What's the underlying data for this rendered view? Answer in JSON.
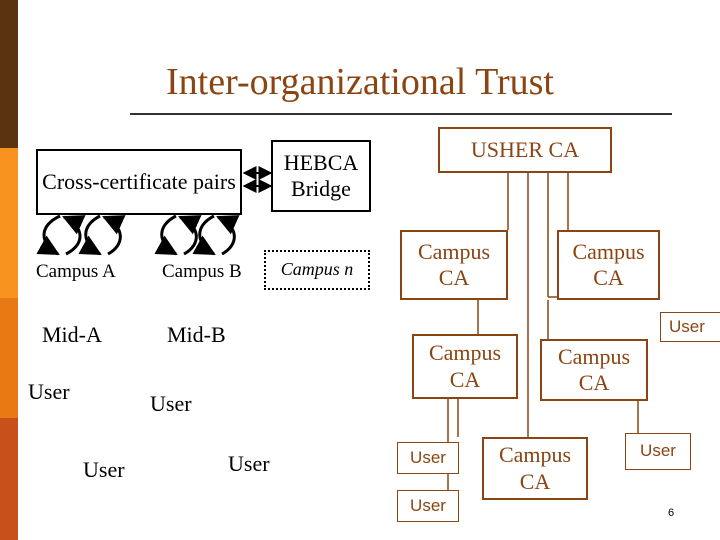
{
  "slide": {
    "title": "Inter-organizational Trust",
    "page_number": "6",
    "colors": {
      "band_top": "#5C3310",
      "band_mid": "#F7931E",
      "band_low": "#E87A14",
      "band_bottom": "#C8501A",
      "accent_brown": "#8B4513",
      "title_rule": "#333333",
      "text": "#000000"
    }
  },
  "left_diagram": {
    "cross_cert_pairs": "Cross-certificate pairs",
    "hebca_bridge": "HEBCA Bridge",
    "campus_a": "Campus A",
    "campus_b": "Campus B",
    "campus_n": "Campus n",
    "mid_a": "Mid-A",
    "mid_b": "Mid-B",
    "user_1": "User",
    "user_2": "User",
    "user_3": "User",
    "user_4": "User"
  },
  "right_diagram": {
    "usher_ca": "USHER CA",
    "campus_ca_1": "Campus CA",
    "campus_ca_2": "Campus CA",
    "campus_ca_3": "Campus CA",
    "campus_ca_4": "Campus CA",
    "campus_ca_5": "Campus CA",
    "user_1": "User",
    "user_2": "User",
    "user_3": "User",
    "user_4": "User"
  }
}
